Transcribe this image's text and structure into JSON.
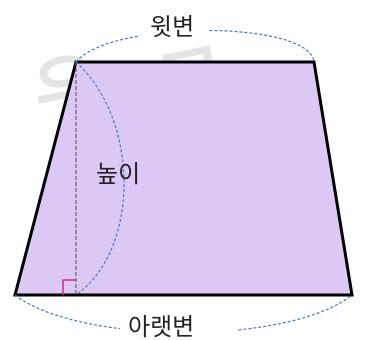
{
  "labels": {
    "top_base": "윗변",
    "bottom_base": "아랫변",
    "height": "높이"
  },
  "watermark": {
    "text": "우 교",
    "color": "#d6d6d6"
  },
  "colors": {
    "fill": "#dcc8f5",
    "outline": "#000000",
    "brace": "#4a78c8",
    "height_line": "#666666",
    "right_angle": "#e0208a"
  }
}
